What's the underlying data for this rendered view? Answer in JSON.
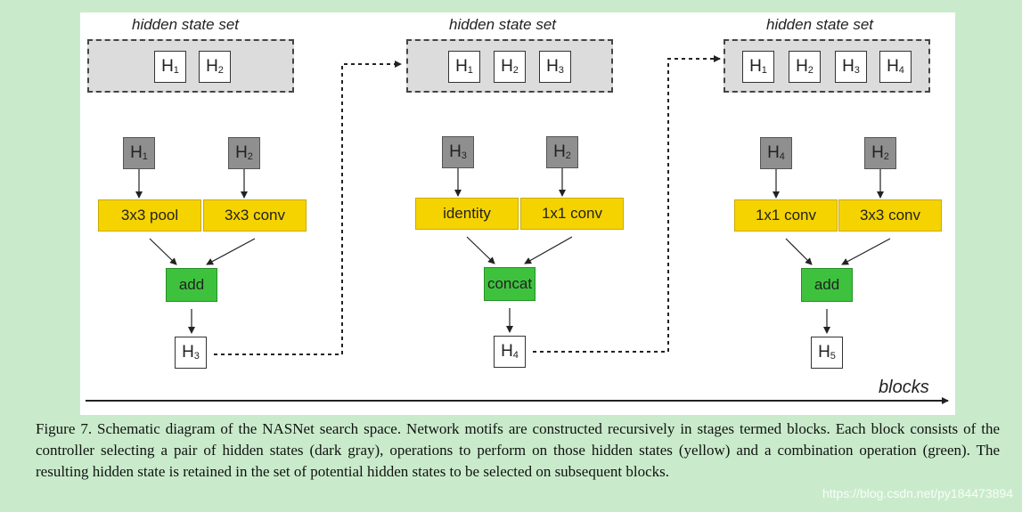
{
  "stages": [
    {
      "set_label": "hidden state set",
      "set_states": [
        {
          "name": "H",
          "sub": "1"
        },
        {
          "name": "H",
          "sub": "2"
        }
      ],
      "left_input": {
        "name": "H",
        "sub": "1"
      },
      "right_input": {
        "name": "H",
        "sub": "2"
      },
      "left_op": "3x3 pool",
      "right_op": "3x3 conv",
      "combine_op": "add",
      "output": {
        "name": "H",
        "sub": "3"
      }
    },
    {
      "set_label": "hidden state set",
      "set_states": [
        {
          "name": "H",
          "sub": "1"
        },
        {
          "name": "H",
          "sub": "2"
        },
        {
          "name": "H",
          "sub": "3"
        }
      ],
      "left_input": {
        "name": "H",
        "sub": "3"
      },
      "right_input": {
        "name": "H",
        "sub": "2"
      },
      "left_op": "identity",
      "right_op": "1x1 conv",
      "combine_op": "concat",
      "output": {
        "name": "H",
        "sub": "4"
      }
    },
    {
      "set_label": "hidden state set",
      "set_states": [
        {
          "name": "H",
          "sub": "1"
        },
        {
          "name": "H",
          "sub": "2"
        },
        {
          "name": "H",
          "sub": "3"
        },
        {
          "name": "H",
          "sub": "4"
        }
      ],
      "left_input": {
        "name": "H",
        "sub": "4"
      },
      "right_input": {
        "name": "H",
        "sub": "2"
      },
      "left_op": "1x1 conv",
      "right_op": "3x3 conv",
      "combine_op": "add",
      "output": {
        "name": "H",
        "sub": "5"
      }
    }
  ],
  "axis_label": "blocks",
  "caption": "Figure 7. Schematic diagram of the NASNet search space.  Network motifs are constructed recursively in stages termed blocks.  Each block consists of the controller selecting a pair of hidden states (dark gray), operations to perform on those hidden states (yellow) and a combination operation (green).  The resulting hidden state is retained in the set of potential hidden states to be selected on subsequent blocks.",
  "watermark": "https://blog.csdn.net/py184473894",
  "colors": {
    "background": "#c9ebcb",
    "hidden_state_selected": "#8f8f8f",
    "operation": "#f5d300",
    "combination": "#3ec23e",
    "state_set": "#dcdcdc"
  }
}
